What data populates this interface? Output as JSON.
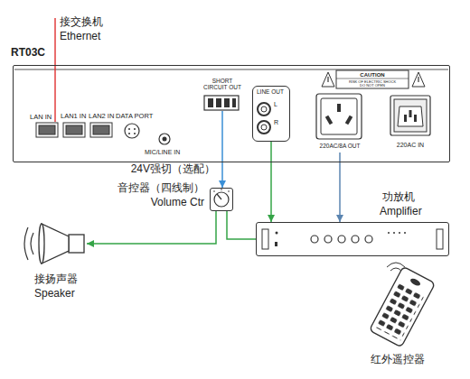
{
  "diagram": {
    "nodes": [
      {
        "text": [
          "RT03C"
        ]
      },
      {
        "text": [
          "LAN IN"
        ],
        "in": 0
      },
      {
        "text": [
          "SHORT CIRCUIT OUT"
        ],
        "in": 0
      },
      {
        "text": [
          "LINE OUT",
          "L",
          "R"
        ],
        "in": 0
      },
      {
        "text": [
          "220AC/8A OUT"
        ],
        "in": 0
      },
      {
        "text": [
          "音控器（四线制）",
          "Volume Ctr"
        ]
      },
      {
        "text": [
          "功放机",
          "Amplifier"
        ]
      },
      {
        "text": [
          "接扬声器",
          "Speaker"
        ]
      }
    ],
    "edges": [
      {
        "from": 2,
        "to": 5,
        "arrow": "to",
        "label": "24V强切（选配）"
      },
      {
        "from": 3,
        "to": 6,
        "arrow": "to"
      },
      {
        "from": 4,
        "to": 6,
        "arrow": "to"
      },
      {
        "from": 6,
        "to": 5,
        "arrow": "none"
      },
      {
        "from": 5,
        "to": 7,
        "arrow": "to"
      }
    ],
    "labels": [
      "接交换机",
      "Ethernet",
      "LAN1 IN",
      "LAN2 IN",
      "DATA PORT",
      "MIC/LINE IN",
      "CAUTION",
      "RISK OF ELECTRIC SHOCK",
      "DO NOT OPEN",
      "220AC IN",
      "红外遥控器"
    ]
  }
}
